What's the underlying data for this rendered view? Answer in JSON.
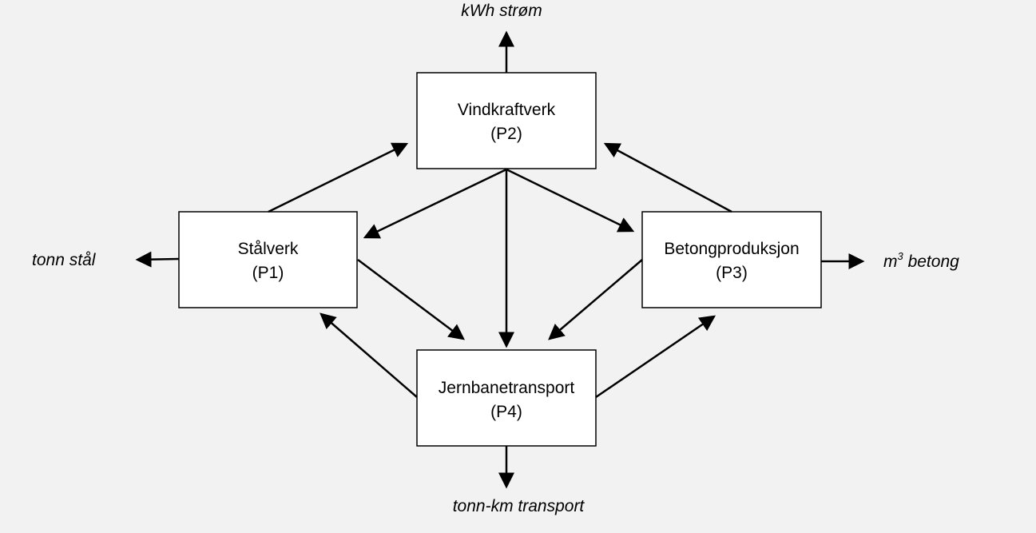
{
  "processes": {
    "p2": {
      "name": "Vindkraftverk",
      "code": "(P2)"
    },
    "p1": {
      "name": "Stålverk",
      "code": "(P1)"
    },
    "p3": {
      "name": "Betongproduksjon",
      "code": "(P3)"
    },
    "p4": {
      "name": "Jernbanetransport",
      "code": "(P4)"
    }
  },
  "outputs": {
    "p2": "kWh strøm",
    "p1": "tonn stål",
    "p3_unit": "m",
    "p3_exp": "3",
    "p3_rest": " betong",
    "p4": "tonn-km transport"
  },
  "flows": [
    {
      "from": "P1",
      "to": "P2"
    },
    {
      "from": "P2",
      "to": "P1"
    },
    {
      "from": "P2",
      "to": "P3"
    },
    {
      "from": "P3",
      "to": "P2"
    },
    {
      "from": "P2",
      "to": "P4"
    },
    {
      "from": "P1",
      "to": "P4"
    },
    {
      "from": "P4",
      "to": "P1"
    },
    {
      "from": "P3",
      "to": "P4"
    },
    {
      "from": "P4",
      "to": "P3"
    },
    {
      "from": "P1",
      "to": "output"
    },
    {
      "from": "P2",
      "to": "output"
    },
    {
      "from": "P3",
      "to": "output"
    },
    {
      "from": "P4",
      "to": "output"
    }
  ],
  "colors": {
    "background": "#f2f2f2",
    "box_fill": "#ffffff",
    "stroke": "#000000"
  }
}
